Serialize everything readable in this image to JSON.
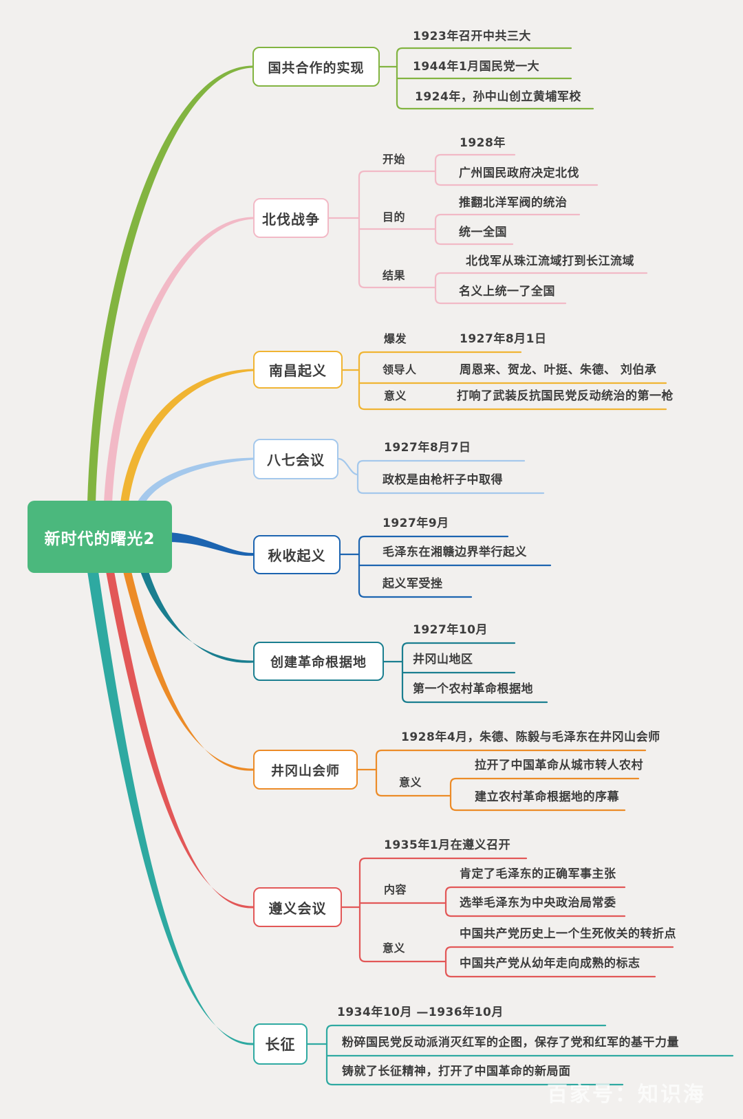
{
  "central": {
    "title": "新时代的曙光2",
    "color": "#4bb87d"
  },
  "watermark": "百家号：知识海",
  "background_color": "#f2f0ee",
  "text_color": "#3d3d3d",
  "branches": [
    {
      "label": "国共合作的实现",
      "color": "#82b440",
      "leaves": [
        "1923年召开中共三大",
        "1944年1月国民党一大",
        "1924年，孙中山创立黄埔军校"
      ]
    },
    {
      "label": "北伐战争",
      "color": "#f2b9c6",
      "groups": [
        {
          "label": "开始",
          "leaves": [
            "1928年",
            "广州国民政府决定北伐"
          ]
        },
        {
          "label": "目的",
          "leaves": [
            "推翻北洋军阀的统治",
            "统一全国"
          ]
        },
        {
          "label": "结果",
          "leaves": [
            "北伐军从珠江流域打到长江流域",
            "名义上统一了全国"
          ]
        }
      ]
    },
    {
      "label": "南昌起义",
      "color": "#f0b432",
      "rows": [
        {
          "label": "爆发",
          "value": "1927年8月1日"
        },
        {
          "label": "领导人",
          "value": "周恩来、贺龙、叶挺、朱德、 刘伯承"
        },
        {
          "label": "意义",
          "value": "打响了武装反抗国民党反动统治的第一枪"
        }
      ]
    },
    {
      "label": "八七会议",
      "color": "#a4c8ec",
      "leaves": [
        "1927年8月7日",
        "政权是由枪杆子中取得"
      ]
    },
    {
      "label": "秋收起义",
      "color": "#1c64b0",
      "leaves": [
        "1927年9月",
        "毛泽东在湘赣边界举行起义",
        "起义军受挫"
      ]
    },
    {
      "label": "创建革命根据地",
      "color": "#1a7e8f",
      "leaves": [
        "1927年10月",
        "井冈山地区",
        "第一个农村革命根据地"
      ]
    },
    {
      "label": "井冈山会师",
      "color": "#ec8b27",
      "leaves": [
        "1928年4月，朱德、陈毅与毛泽东在井冈山会师"
      ],
      "groups": [
        {
          "label": "意义",
          "leaves": [
            "拉开了中国革命从城市转人农村",
            "建立农村革命根据地的序幕"
          ]
        }
      ]
    },
    {
      "label": "遵义会议",
      "color": "#e25757",
      "leaves": [
        "1935年1月在遵义召开"
      ],
      "groups": [
        {
          "label": "内容",
          "leaves": [
            "肯定了毛泽东的正确军事主张",
            "选举毛泽东为中央政治局常委"
          ]
        },
        {
          "label": "意义",
          "leaves": [
            "中国共产党历史上一个生死攸关的转折点",
            "中国共产党从幼年走向成熟的标志"
          ]
        }
      ]
    },
    {
      "label": "长征",
      "color": "#2ea9a1",
      "leaves": [
        "1934年10月 —1936年10月",
        "粉碎国民党反动派消灭红军的企图，保存了党和红军的基干力量",
        "铸就了长征精神，打开了中国革命的新局面"
      ]
    }
  ]
}
